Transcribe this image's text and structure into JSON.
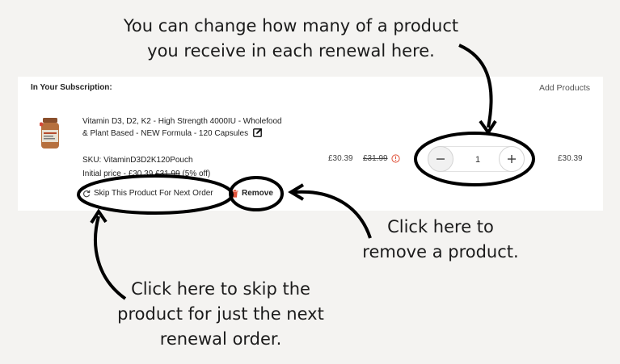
{
  "annotations": {
    "quantity_note": [
      "You can change how many of a product",
      "you receive in each renewal here."
    ],
    "remove_note": [
      "Click here to",
      "remove a product."
    ],
    "skip_note": [
      "Click here to skip the",
      "product for just the next",
      "renewal order."
    ]
  },
  "subscription": {
    "heading": "In Your Subscription:",
    "add_products_label": "Add Products",
    "item": {
      "name": "Vitamin D3, D2, K2 - High Strength 4000IU - Wholefood & Plant Based - NEW Formula - 120 Capsules",
      "sku": "SKU: VitaminD3D2K120Pouch",
      "initial_label": "Initial price - ",
      "initial_price": "£30.39",
      "initial_original": "£31.99",
      "initial_discount": " (5% off)",
      "price": "£30.39",
      "original_price": "£31.99",
      "quantity": "1",
      "line_total": "£30.39",
      "skip_label": "Skip This Product For Next Order",
      "remove_label": "Remove"
    }
  },
  "colors": {
    "background": "#f4f3f1",
    "card": "#ffffff",
    "remove_icon": "#e0533b",
    "info_icon": "#e0533b"
  }
}
